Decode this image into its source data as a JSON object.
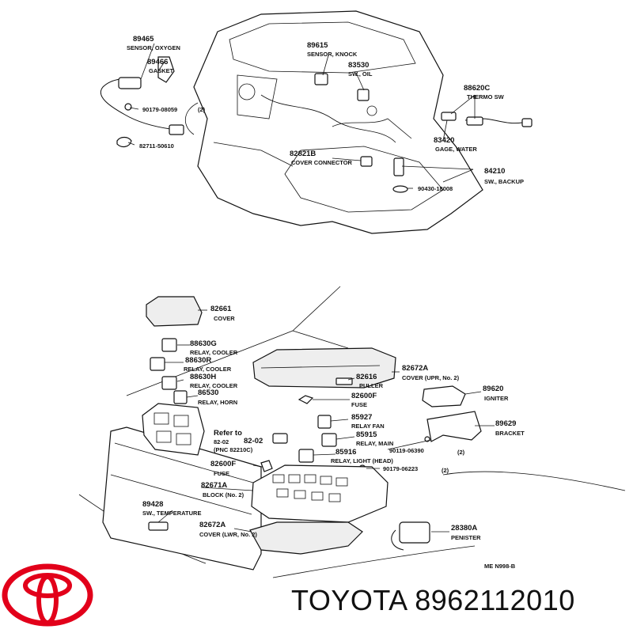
{
  "top_section": {
    "labels": [
      {
        "num": "89465",
        "desc": "SENSOR, OXYGEN"
      },
      {
        "num": "89466",
        "desc": "GASKET"
      },
      {
        "num": "90179-08059",
        "desc": ""
      },
      {
        "num": "82711-50610",
        "desc": ""
      },
      {
        "num": "89615",
        "desc": "SENSOR, KNOCK"
      },
      {
        "num": "83530",
        "desc": "SW., OIL"
      },
      {
        "num": "88620C",
        "desc": "THERMO SW"
      },
      {
        "num": "83420",
        "desc": "GAGE, WATER"
      },
      {
        "num": "82821B",
        "desc": "COVER CONNECTOR"
      },
      {
        "num": "84210",
        "desc": "SW., BACKUP"
      },
      {
        "num": "90430-18008",
        "desc": ""
      }
    ],
    "qty_2": "(2)"
  },
  "bottom_section": {
    "labels": [
      {
        "num": "82661",
        "desc": "COVER"
      },
      {
        "num": "88630G",
        "desc": "RELAY, COOLER"
      },
      {
        "num": "88630R",
        "desc": "RELAY, COOLER"
      },
      {
        "num": "88630H",
        "desc": "RELAY, COOLER"
      },
      {
        "num": "86530",
        "desc": "RELAY, HORN"
      },
      {
        "num": "82672A",
        "desc": "COVER (UPR, No. 2)"
      },
      {
        "num": "82616",
        "desc": "PULLER"
      },
      {
        "num": "82600F",
        "desc": "FUSE"
      },
      {
        "num": "89620",
        "desc": "IGNITER"
      },
      {
        "num": "85927",
        "desc": "RELAY FAN"
      },
      {
        "num": "85915",
        "desc": "RELAY, MAIN"
      },
      {
        "num": "89629",
        "desc": "BRACKET"
      },
      {
        "num": "90119-06390",
        "desc": ""
      },
      {
        "num": "85916",
        "desc": "RELAY, LIGHT (HEAD)"
      },
      {
        "num": "90179-06223",
        "desc": ""
      },
      {
        "num": "82600F",
        "desc": "FUSE"
      },
      {
        "num": "82671A",
        "desc": "BLOCK (No. 2)"
      },
      {
        "num": "89428",
        "desc": "SW., TEMPERATURE"
      },
      {
        "num": "82672A",
        "desc": "COVER (LWR, No. 2)"
      },
      {
        "num": "28380A",
        "desc": "PENISTER"
      }
    ],
    "refer": {
      "line1": "Refer to",
      "line2": "82-02",
      "line3": "(PNC 82210C)",
      "code": "82-02"
    },
    "qty_2": "(2)",
    "drawing_code": "ME  N998-B"
  },
  "brand": {
    "logo": "toyota-logo",
    "caption": "TOYOTA 8962112010",
    "logo_color": "#e2001a"
  }
}
